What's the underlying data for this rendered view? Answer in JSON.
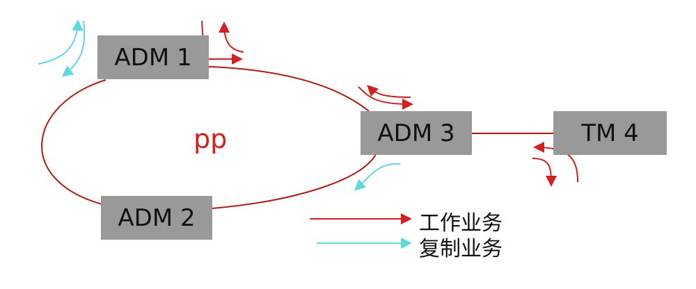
{
  "nodes": {
    "adm1": "ADM 1",
    "adm2": "ADM 2",
    "adm3": "ADM 3",
    "tm4": "TM 4"
  },
  "ring_label": "pp",
  "legend": {
    "working": "工作业务",
    "protection": "复制业务"
  },
  "colors": {
    "working": "#cc2020",
    "protection": "#5fd8dc",
    "node": "#999999"
  }
}
